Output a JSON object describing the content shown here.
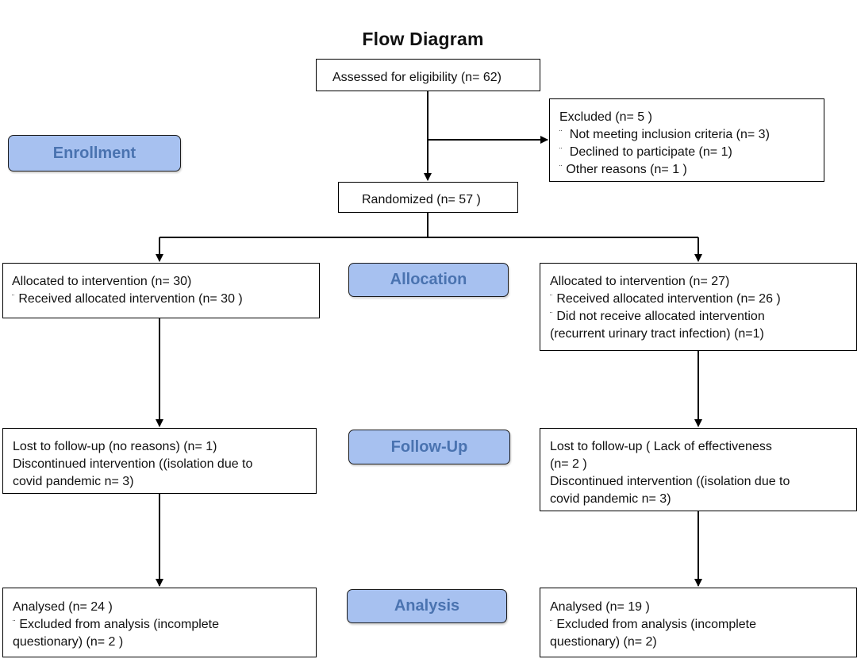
{
  "title": "Flow Diagram",
  "stages": {
    "enrollment": "Enrollment",
    "allocation": "Allocation",
    "follow_up": "Follow-Up",
    "analysis": "Analysis"
  },
  "assessed": "Assessed for eligibility (n= 62)",
  "excluded": {
    "heading": "Excluded (n= 5  )",
    "items": [
      " Not meeting inclusion criteria (n= 3)",
      " Declined to participate (n= 1)",
      "Other reasons (n= 1 )"
    ]
  },
  "randomized": "Randomized  (n= 57 )",
  "left": {
    "allocation": {
      "heading": "Allocated to intervention (n= 30)",
      "items": [
        "Received allocated intervention (n= 30 )"
      ]
    },
    "follow_up": {
      "lines": [
        "Lost to follow-up  (no reasons) (n= 1)",
        "Discontinued intervention ((isolation due to",
        "covid pandemic  n= 3)"
      ]
    },
    "analysis": {
      "heading": "Analysed (n= 24 )",
      "item_line1": "Excluded from analysis (incomplete",
      "item_line2": "questionary) (n= 2 )"
    }
  },
  "right": {
    "allocation": {
      "heading": "Allocated to intervention (n= 27)",
      "item1": "Received allocated intervention (n= 26 )",
      "item2_line1": "Did not receive allocated intervention",
      "item2_line2": "(recurrent urinary tract infection) (n=1)"
    },
    "follow_up": {
      "lines": [
        "Lost to follow-up  ( Lack of effectiveness",
        "(n= 2 )",
        "Discontinued intervention ((isolation due to",
        "covid pandemic  n= 3)"
      ]
    },
    "analysis": {
      "heading": "Analysed (n= 19 )",
      "item_line1": "Excluded from analysis (incomplete",
      "item_line2": "questionary) (n=  2)"
    }
  },
  "bullet_glyph": "¨"
}
